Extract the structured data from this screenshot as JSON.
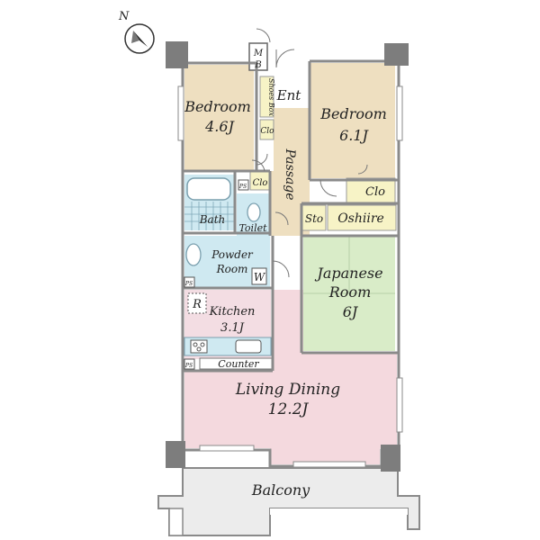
{
  "compass": {
    "letter": "N"
  },
  "rooms": {
    "bedroom_left": {
      "name": "Bedroom",
      "size": "4.6J"
    },
    "bedroom_right": {
      "name": "Bedroom",
      "size": "6.1J"
    },
    "entrance": "Ent",
    "meter_box_top": "M",
    "meter_box_bottom": "B",
    "shoes_box": "Shoes Box",
    "closet_entry": "Clo",
    "passage": "Passage",
    "closet_left": "Clo",
    "closet_right": "Clo",
    "storage": "Sto",
    "oshiire": "Oshiire",
    "bath": "Bath",
    "toilet": "Toilet",
    "powder_room": {
      "line1": "Powder",
      "line2": "Room"
    },
    "washer": "W",
    "refrigerator": "R",
    "kitchen": {
      "name": "Kitchen",
      "size": "3.1J"
    },
    "japanese_room": {
      "line1": "Japanese",
      "line2": "Room",
      "size": "6J"
    },
    "counter": "Counter",
    "living_dining": {
      "name": "Living Dining",
      "size": "12.2J"
    },
    "balcony": "Balcony",
    "pipe_space": "PS"
  },
  "colors": {
    "bedroom": "#eedfc0",
    "wet": "#cfe9f1",
    "kitchen": "#f3dde3",
    "living": "#f4d9de",
    "tatami": "#d9ecc8",
    "closet": "#f7f3c6",
    "wall": "#9a9a9a",
    "column": "#7d7d7d",
    "balcony": "#ececec"
  }
}
